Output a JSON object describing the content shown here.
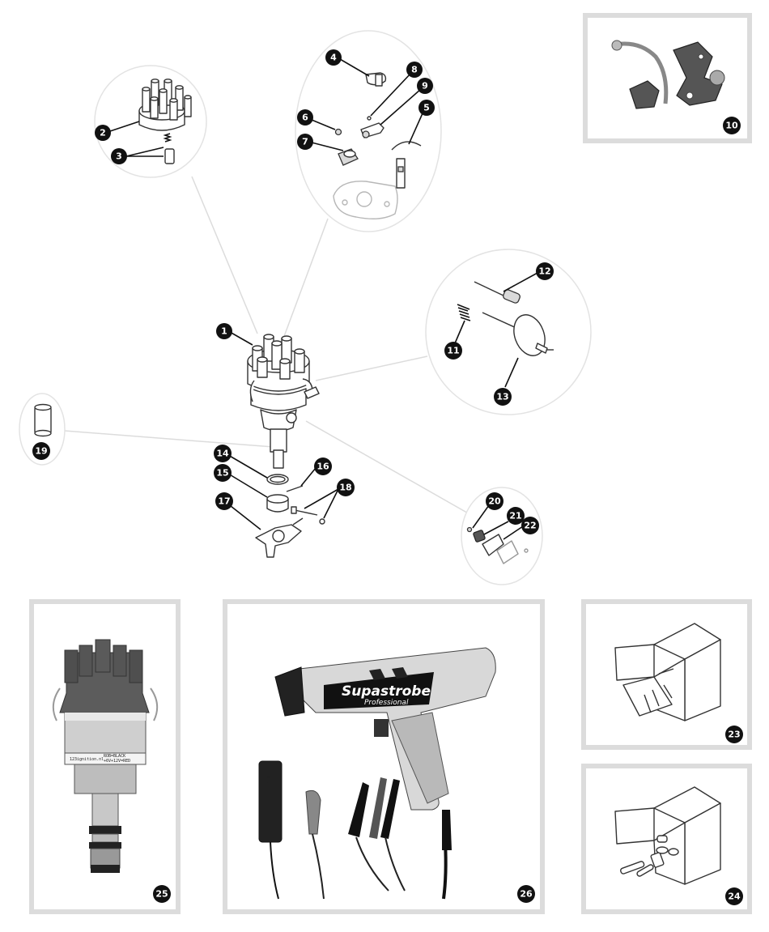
{
  "callouts": {
    "c1": "1",
    "c2": "2",
    "c3": "3",
    "c4": "4",
    "c5": "5",
    "c6": "6",
    "c7": "7",
    "c8": "8",
    "c9": "9",
    "c10": "10",
    "c11": "11",
    "c12": "12",
    "c13": "13",
    "c14": "14",
    "c15": "15",
    "c16": "16",
    "c17": "17",
    "c18": "18",
    "c19": "19",
    "c20": "20",
    "c21": "21",
    "c22": "22",
    "c23": "23",
    "c24": "24",
    "c25": "25",
    "c26": "26"
  },
  "product_text": {
    "strobe_brand": "Supastrobe",
    "strobe_sub": "Professional",
    "dist_label_left": "123ignition.nl",
    "dist_label_line1": "ROB=BLACK",
    "dist_label_line2": "+6V+12V=RED"
  },
  "colors": {
    "badge": "#111111",
    "frame": "#dcdcdc",
    "cap_grey": "#5a5a5a",
    "chrome": "#cfcfcf"
  }
}
